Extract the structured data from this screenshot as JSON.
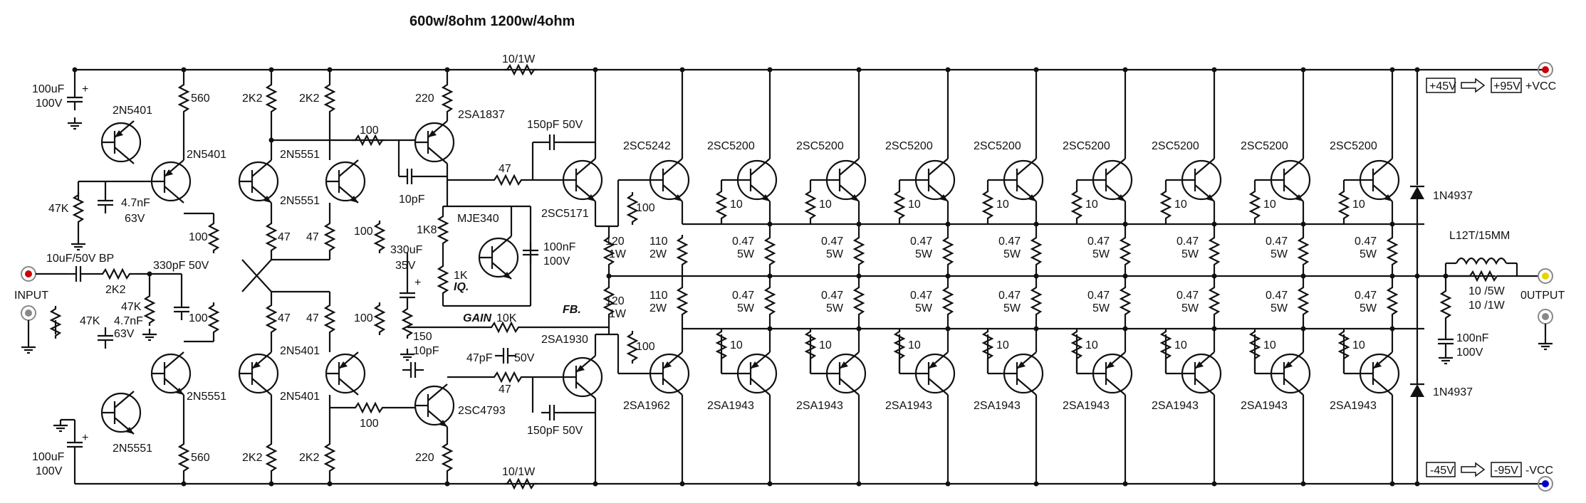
{
  "title": "600w/8ohm   1200w/4ohm",
  "ports": {
    "input": "INPUT",
    "output": "0UTPUT",
    "vcc_pos": "+VCC",
    "vcc_neg": "-VCC",
    "rail_pos_lo": "+45V",
    "rail_pos_hi": "+95V",
    "rail_neg_lo": "-45V",
    "rail_neg_hi": "-95V"
  },
  "input_stage": {
    "cap_in": "10uF/50V BP",
    "r_in": "2K2",
    "c_330": "330pF 50V",
    "r_47k_a": "47K",
    "r_47k_b": "47K",
    "c_47n_a": "4.7nF",
    "c_47n_a_v": "63V",
    "r_47k_c": "47K",
    "c_47n_b": "4.7nF",
    "c_47n_b_v": "63V",
    "c_100u_top": "100uF",
    "c_100u_top_v": "100V",
    "c_100u_bot": "100uF",
    "c_100u_bot_v": "100V"
  },
  "transistors": {
    "q1": "2N5401",
    "q2": "2N5401",
    "q3": "2N5551",
    "q4": "2N5551",
    "q5": "2N5551",
    "q6": "2N5551",
    "q7": "2N5401",
    "q8": "2N5401",
    "vas_top": "2SA1837",
    "vas_bot": "2SC4793",
    "bias": "MJE340",
    "drv_top": "2SC5171",
    "drv_bot": "2SA1930",
    "pre_top": "2SC5242",
    "pre_bot": "2SA1962",
    "out_top": [
      "2SC5200",
      "2SC5200",
      "2SC5200",
      "2SC5200",
      "2SC5200",
      "2SC5200",
      "2SC5200",
      "2SC5200"
    ],
    "out_bot": [
      "2SA1943",
      "2SA1943",
      "2SA1943",
      "2SA1943",
      "2SA1943",
      "2SA1943",
      "2SA1943",
      "2SA1943"
    ]
  },
  "resistors": {
    "r560_top": "560",
    "r560_bot": "560",
    "r2k2_1": "2K2",
    "r2k2_2": "2K2",
    "r2k2_3": "2K2",
    "r2k2_4": "2K2",
    "r220_top": "220",
    "r220_bot": "220",
    "r100_h_top": "100",
    "r100_h_bot": "100",
    "r47_1": "47",
    "r47_2": "47",
    "r47_3": "47",
    "r47_4": "47",
    "r100_l1": "100",
    "r100_l2": "100",
    "r100_r1": "100",
    "r100_r2": "100",
    "r1k8": "1K8",
    "r1k_iq": "1K",
    "iq": "IQ.",
    "r10k": "10K",
    "gain": "GAIN",
    "fb": "FB.",
    "r150": "150",
    "r47_drv_top": "47",
    "r47_drv_bot": "47",
    "r10_1w_top": "10/1W",
    "r10_1w_bot": "10/1W",
    "r100_pre_top": "100",
    "r100_pre_bot": "100",
    "r120": "120",
    "w1": "1W",
    "r110": "110",
    "w2": "2W",
    "r_base": "10",
    "r_emit": "0.47",
    "w5": "5W",
    "r10_5w": "10 /5W",
    "r10_1w": "10 /1W"
  },
  "capacitors": {
    "c150p": "150pF 50V",
    "c10p": "10pF",
    "c100n": "100nF",
    "c100n_v": "100V",
    "c330u": "330uF",
    "c330u_v": "35V",
    "c47p": "47pF",
    "c47p_v": "50V",
    "c_zobel": "100nF",
    "c_zobel_v": "100V"
  },
  "diodes": {
    "d_top": "1N4937",
    "d_bot": "1N4937"
  },
  "inductor": "L12T/15MM",
  "colors": {
    "line": "#111111",
    "port_red": "#cc0000",
    "port_yellow": "#e8d400",
    "port_blue": "#0000cc",
    "port_gray": "#888888"
  }
}
